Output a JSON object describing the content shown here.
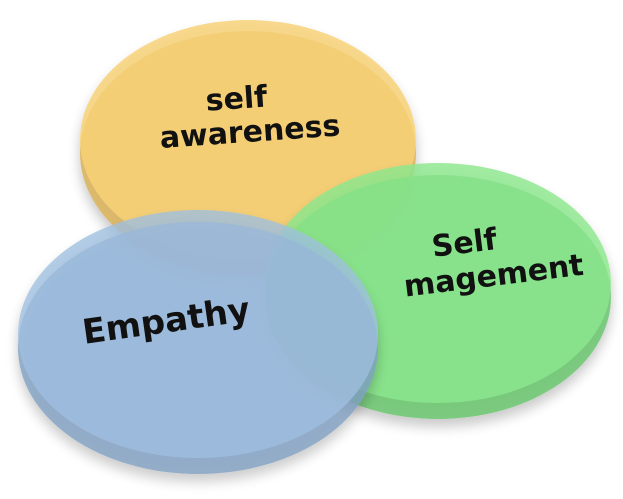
{
  "diagram": {
    "circles": [
      {
        "id": "self-awareness",
        "label_lines": [
          "self",
          "awareness"
        ],
        "color": "#f7d278",
        "side_color": "#d9b25a"
      },
      {
        "id": "self-management",
        "label_lines": [
          "Self",
          "magement"
        ],
        "color": "#8ce88e",
        "side_color": "#67c46b"
      },
      {
        "id": "empathy",
        "label_lines": [
          "Empathy"
        ],
        "color": "#9fbfe0",
        "side_color": "#7f9fc2"
      }
    ]
  }
}
